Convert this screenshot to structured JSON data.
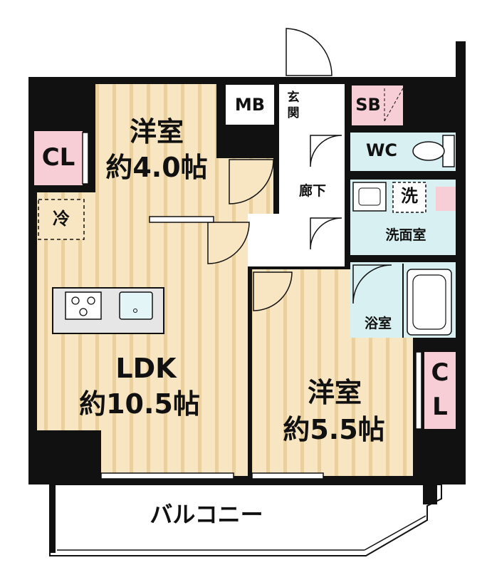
{
  "rooms": {
    "western_room_1": {
      "name": "洋室",
      "size": "約4.0帖"
    },
    "ldk": {
      "name": "LDK",
      "size": "約10.5帖"
    },
    "western_room_2": {
      "name": "洋室",
      "size": "約5.5帖"
    },
    "hallway": "廊下",
    "washroom": "洗面室",
    "bathroom": "浴室",
    "balcony": "バルコニー",
    "entrance": "玄関"
  },
  "fixtures": {
    "closet_left": "CL",
    "closet_right_top": "C",
    "closet_right_bottom": "L",
    "meter_box": "MB",
    "shoe_box": "SB",
    "toilet": "WC",
    "fridge": "冷",
    "washer": "洗"
  },
  "colors": {
    "wall": "#111111",
    "floor_wood": "#f7e3be",
    "floor_stripe": "#ead09e",
    "wet_area": "#d8f0f2",
    "closet": "#f7cdd6"
  }
}
